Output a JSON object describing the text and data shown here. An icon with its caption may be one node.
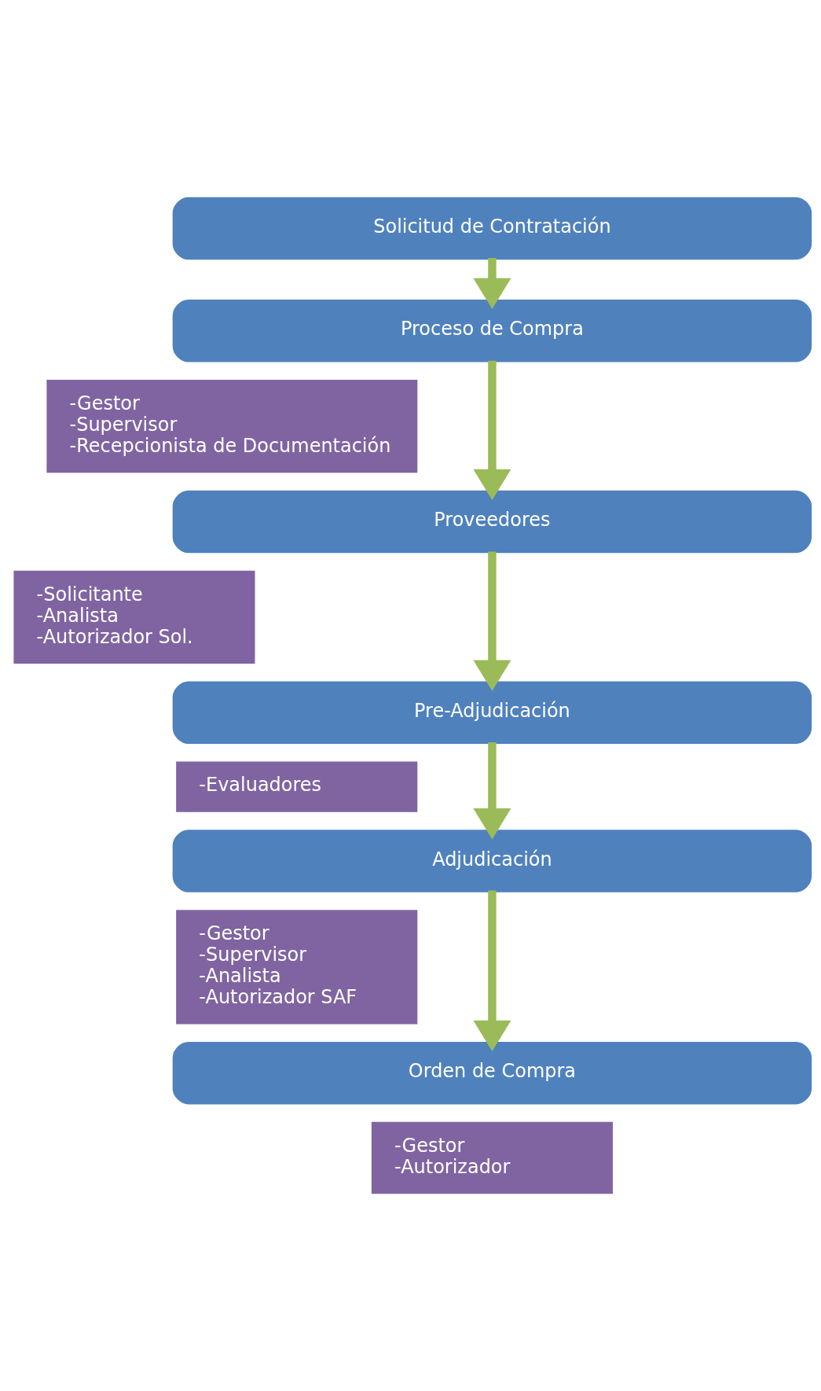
{
  "diagram": {
    "nodes": [
      {
        "text": [
          "Solicitud de Contratación"
        ]
      },
      {
        "text": [
          "-Solicitante",
          "-Analista",
          "-Autorizador Sol."
        ]
      },
      {
        "text": [
          "Proceso de Compra"
        ]
      },
      {
        "text": [
          "-Gestor",
          "-Supervisor",
          "-Recepcionista de Documentación"
        ]
      },
      {
        "text": [
          "Proveedores"
        ]
      },
      {
        "text": [
          "Pre-Adjudicación"
        ]
      },
      {
        "text": [
          "-Evaluadores"
        ]
      },
      {
        "text": [
          "Adjudicación"
        ]
      },
      {
        "text": [
          "-Gestor",
          "-Supervisor",
          "-Analista",
          "-Autorizador SAF"
        ]
      },
      {
        "text": [
          "Orden de Compra"
        ]
      },
      {
        "text": [
          "-Gestor",
          "-Autorizador"
        ]
      }
    ],
    "edges": [
      {
        "from": 0,
        "to": 2,
        "arrow": "to"
      },
      {
        "from": 2,
        "to": 4,
        "arrow": "to"
      },
      {
        "from": 4,
        "to": 5,
        "arrow": "to"
      },
      {
        "from": 5,
        "to": 7,
        "arrow": "to"
      },
      {
        "from": 7,
        "to": 9,
        "arrow": "to"
      }
    ]
  }
}
